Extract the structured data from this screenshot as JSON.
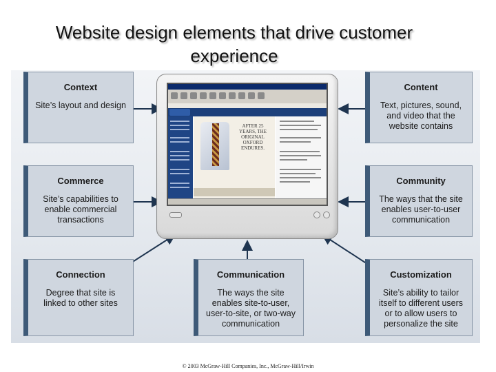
{
  "title": "Website design elements that drive customer experience",
  "boxes": {
    "context": {
      "heading": "Context",
      "text": "Site’s layout and design"
    },
    "content": {
      "heading": "Content",
      "text": "Text, pictures, sound, and video that the website contains"
    },
    "commerce": {
      "heading": "Commerce",
      "text": "Site’s capabilities to enable commercial transactions"
    },
    "community": {
      "heading": "Community",
      "text": "The ways that the site enables user-to-user communication"
    },
    "connection": {
      "heading": "Connection",
      "text": "Degree that site is linked to other sites"
    },
    "communication": {
      "heading": "Communication",
      "text": "The ways the site enables site-to-user, user-to-site, or two-way communication"
    },
    "customization": {
      "heading": "Customization",
      "text": "Site’s ability to tailor itself to different users or to allow users to personalize the site"
    }
  },
  "monitor_ad": "AFTER 25 YEARS, THE ORIGINAL OXFORD ENDURES.",
  "copyright": "© 2003 McGraw-Hill Companies, Inc., McGraw-Hill/Irwin",
  "colors": {
    "box_fill": "#cfd6df",
    "box_accent": "#3e5a78",
    "arrow": "#1f3550"
  }
}
